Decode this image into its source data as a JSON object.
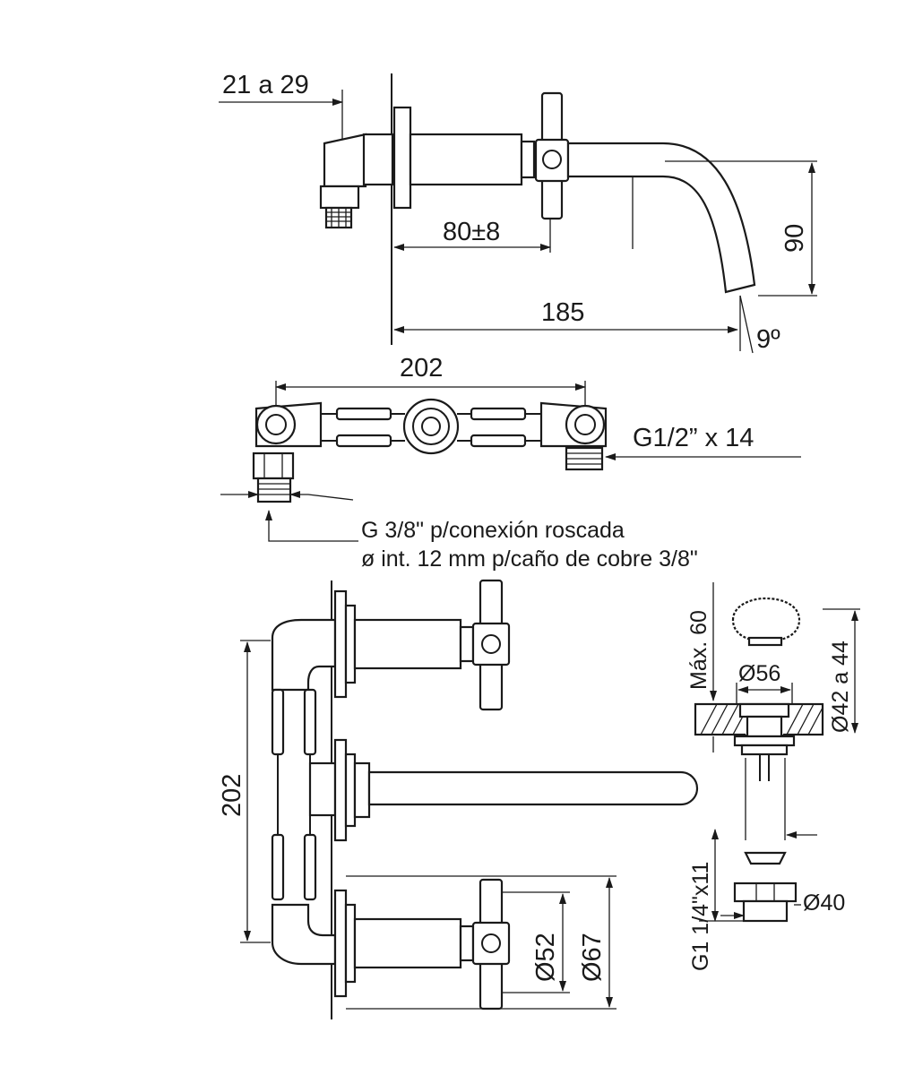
{
  "dimensions": {
    "side_offset": "21 a 29",
    "handle_distance": "80±8",
    "spout_height": "90",
    "spout_length": "185",
    "spout_angle": "9º",
    "top_width": "202",
    "inlet_thread": "G1/2” x 14",
    "front_height": "202",
    "rosette_small": "Ø52",
    "rosette_large": "Ø67",
    "drain_max": "Máx. 60",
    "drain_top": "Ø56",
    "drain_hole": "Ø42 a 44",
    "drain_thread": "G1 1/4\"x11",
    "drain_nut": "Ø40"
  },
  "notes": {
    "connection_line1": "G 3/8\" p/conexión roscada",
    "connection_line2": "ø int. 12 mm p/caño de cobre 3/8\""
  }
}
